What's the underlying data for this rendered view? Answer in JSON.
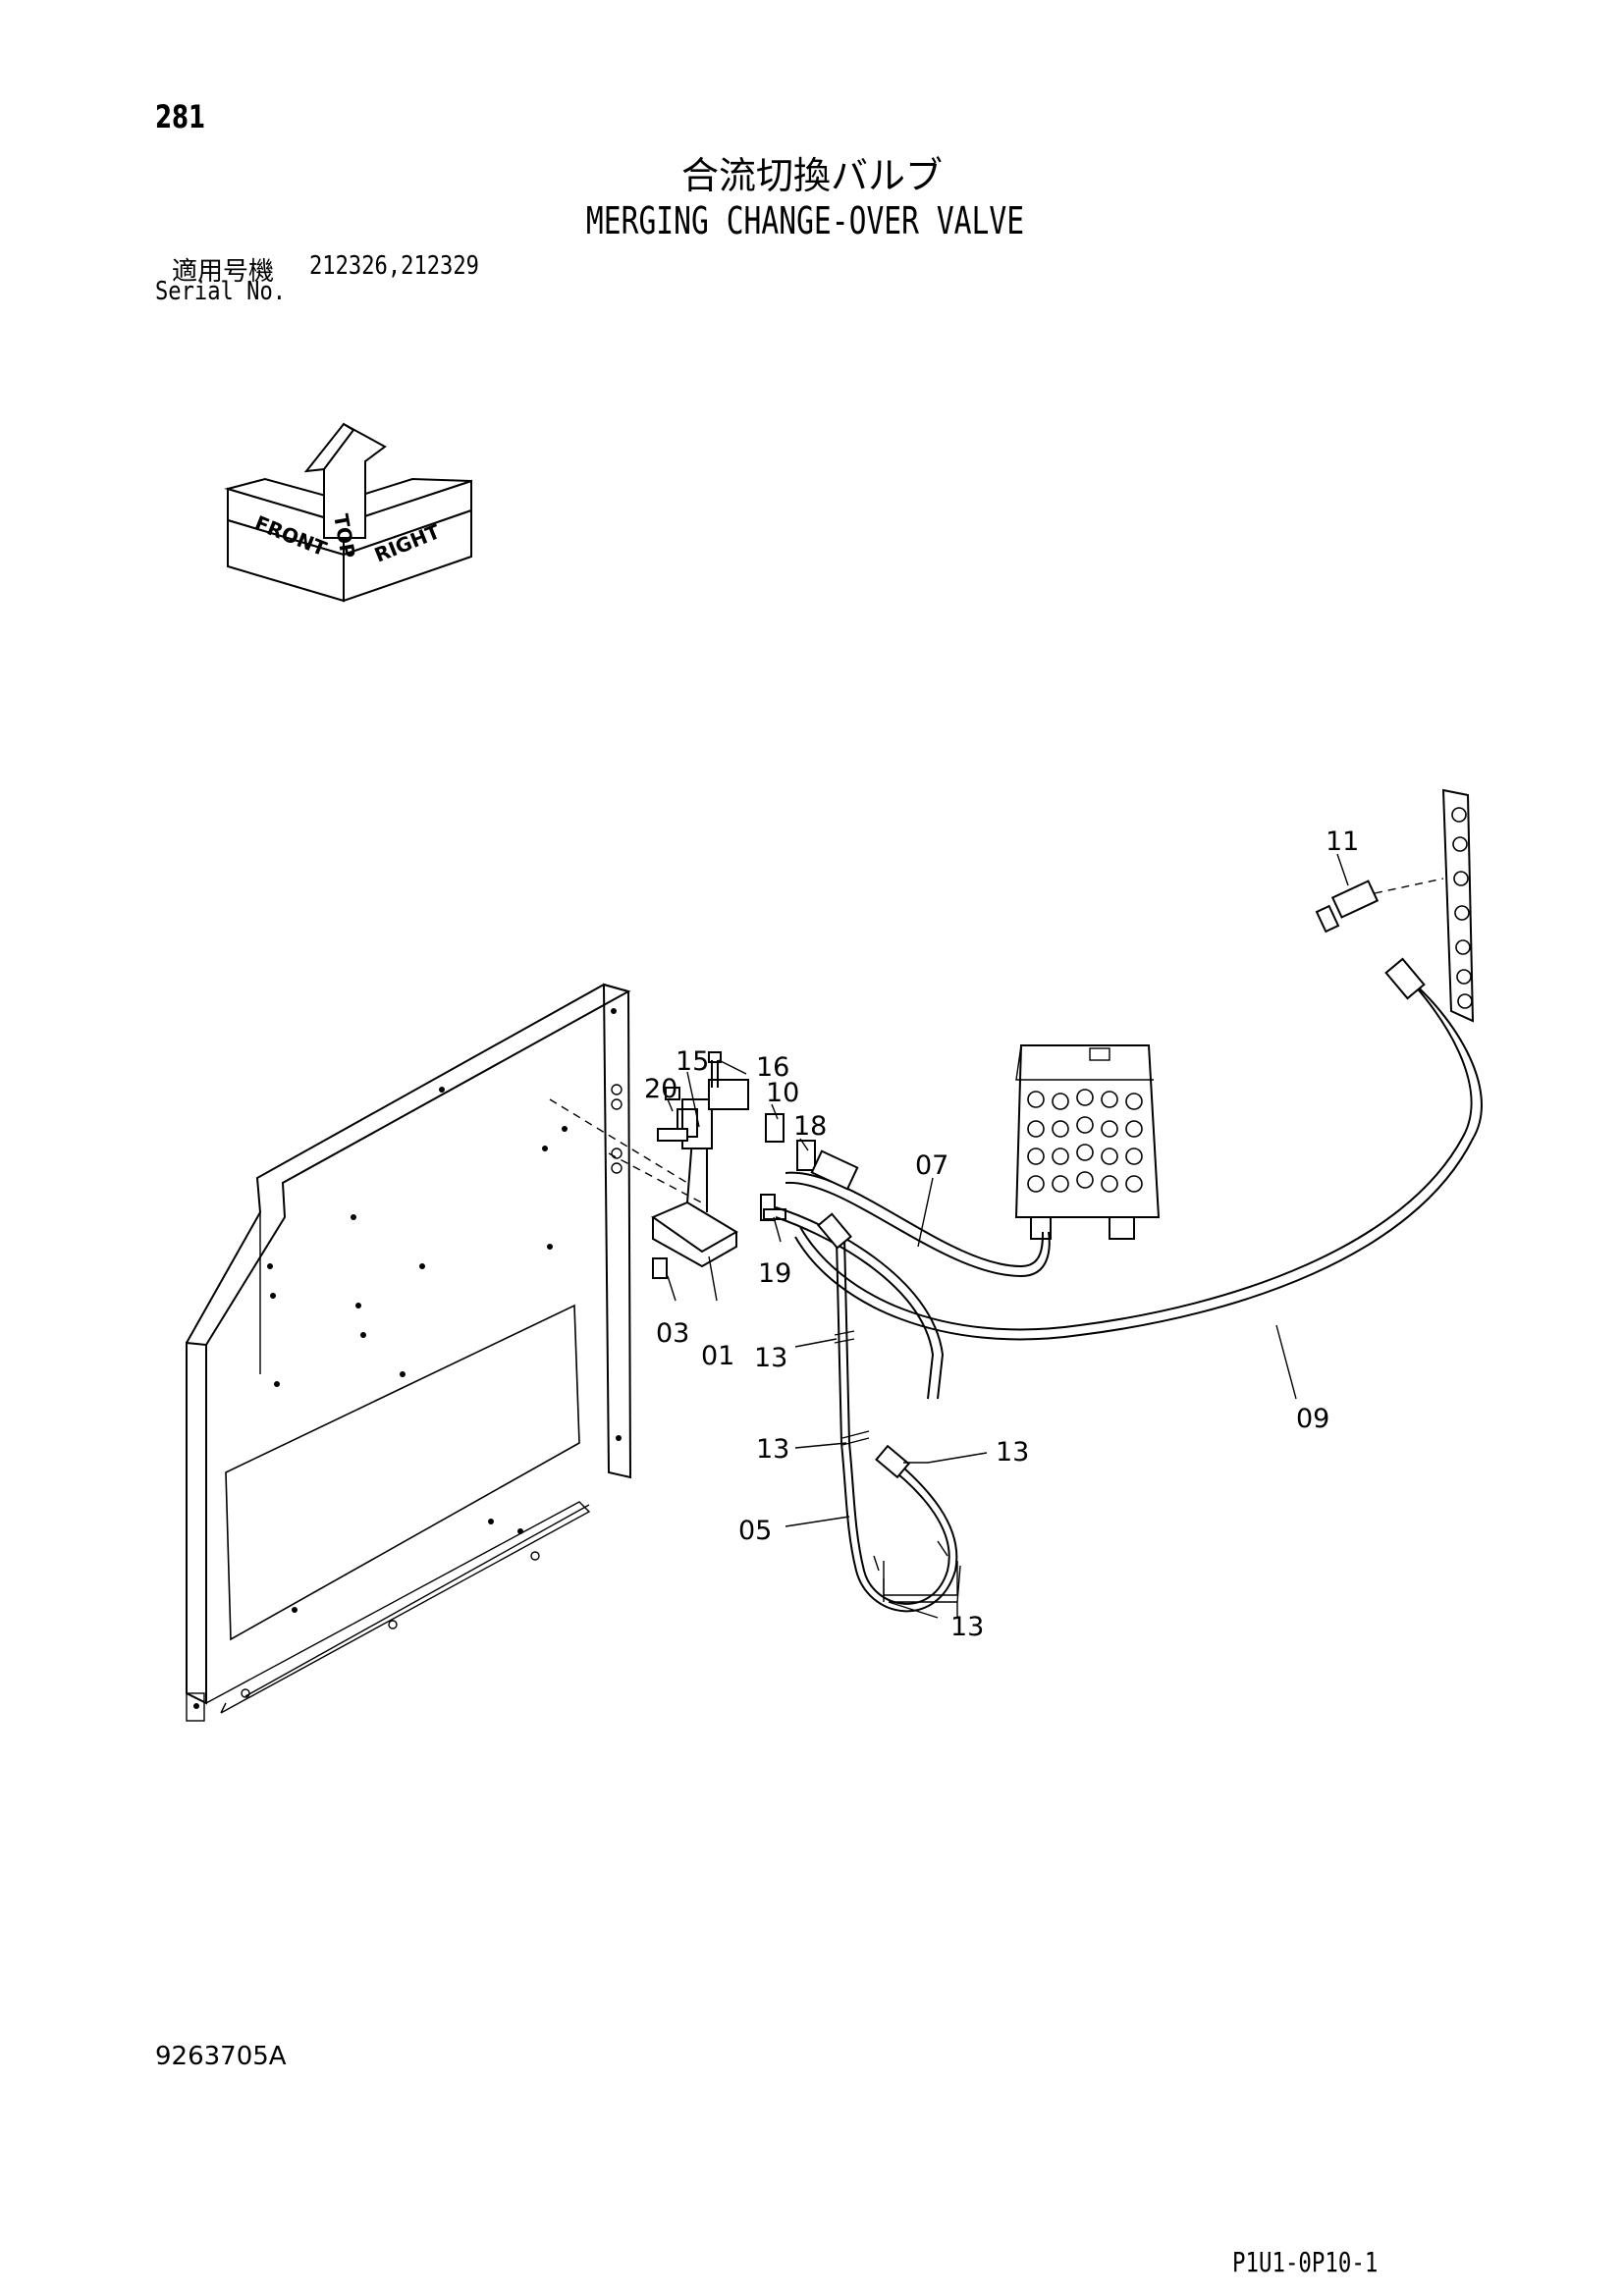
{
  "page_number": "281",
  "title_jp": "合流切換バルブ",
  "title_en": "MERGING CHANGE-OVER VALVE",
  "serial": {
    "label_jp": "適用号機",
    "label_en": "Serial No.",
    "values": "212326,212329"
  },
  "orientation_arrows": {
    "top": "TOP",
    "front": "FRONT",
    "right": "RIGHT"
  },
  "callouts": {
    "c15": "15",
    "c16": "16",
    "c20": "20",
    "c10": "10",
    "c18": "18",
    "c07": "07",
    "c11": "11",
    "c19": "19",
    "c03": "03",
    "c01": "01",
    "c13a": "13",
    "c13b": "13",
    "c13c": "13",
    "c13d": "13",
    "c05": "05",
    "c09": "09"
  },
  "drawing_number": "9263705A",
  "page_code": "P1U1-0P10-1"
}
